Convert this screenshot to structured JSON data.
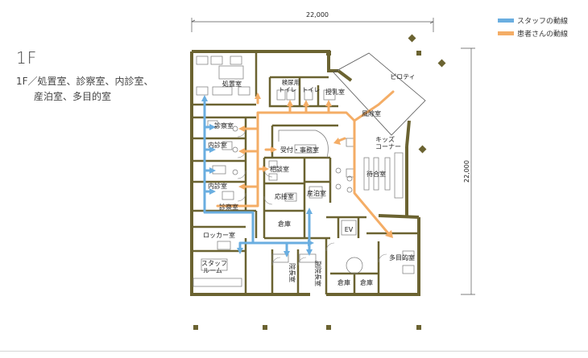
{
  "floor": {
    "label": "1F",
    "room_list_line1": "1F／処置室、診察室、内診室、",
    "room_list_line2": "産泊室、多目的室"
  },
  "legend": {
    "staff": {
      "label": "スタッフの動線",
      "color": "#6aaee0"
    },
    "patient": {
      "label": "患者さんの動線",
      "color": "#f4ad66"
    }
  },
  "dimensions": {
    "width": "22,000",
    "height": "22,000"
  },
  "rooms": {
    "shochi": "処置室",
    "kensa_toilet_1": "検尿用",
    "kensa_toilet_2": "トイレ",
    "toilet": "トイレ",
    "junyu": "授乳室",
    "piloti": "ピロティ",
    "fujo": "風除室",
    "shinsatsu_top": "診察室",
    "naishin_top": "内診室",
    "naishin_bottom": "内診室",
    "shinsatsu_bottom": "診察室",
    "uketsuke": "受付・事務室",
    "kids_1": "キッズ",
    "kids_2": "コーナー",
    "machiai": "待合室",
    "sodan": "相談室",
    "ousetsu": "応接室",
    "sanpaku": "産泊室",
    "souko_center": "倉庫",
    "ev": "EV",
    "locker": "ロッカー室",
    "staff_room_1": "スタッフ",
    "staff_room_2": "ルーム",
    "incho": "院長室",
    "fuku_incho": "副院長室",
    "souko_1": "倉庫",
    "souko_2": "倉庫",
    "tamokuteki": "多目的室"
  }
}
